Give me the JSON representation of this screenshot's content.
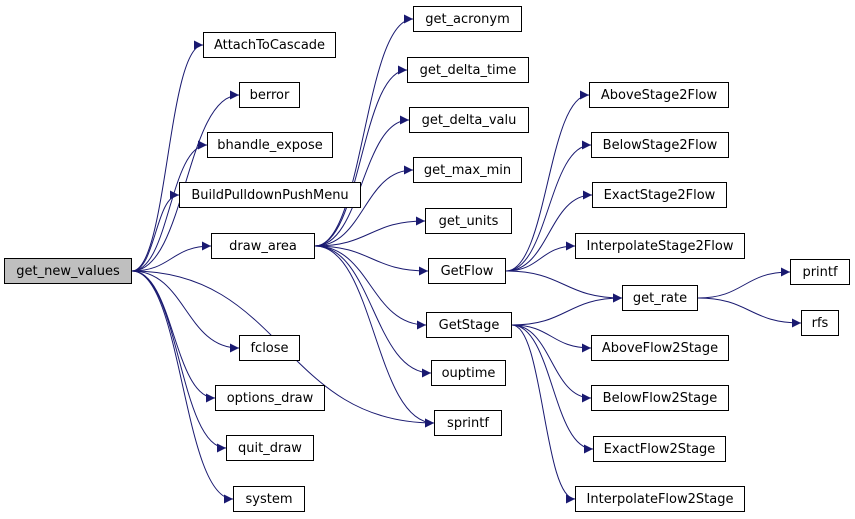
{
  "root": "get_new_values",
  "nodes": {
    "get_new_values": "get_new_values",
    "AttachToCascade": "AttachToCascade",
    "berror": "berror",
    "bhandle_expose": "bhandle_expose",
    "BuildPulldownPushMenu": "BuildPulldownPushMenu",
    "draw_area": "draw_area",
    "fclose": "fclose",
    "options_draw": "options_draw",
    "quit_draw": "quit_draw",
    "system": "system",
    "sprintf": "sprintf",
    "get_acronym": "get_acronym",
    "get_delta_time": "get_delta_time",
    "get_delta_valu": "get_delta_valu",
    "get_max_min": "get_max_min",
    "get_units": "get_units",
    "GetFlow": "GetFlow",
    "GetStage": "GetStage",
    "ouptime": "ouptime",
    "AboveStage2Flow": "AboveStage2Flow",
    "BelowStage2Flow": "BelowStage2Flow",
    "ExactStage2Flow": "ExactStage2Flow",
    "InterpolateStage2Flow": "InterpolateStage2Flow",
    "get_rate": "get_rate",
    "printf": "printf",
    "rfs": "rfs",
    "AboveFlow2Stage": "AboveFlow2Stage",
    "BelowFlow2Stage": "BelowFlow2Stage",
    "ExactFlow2Stage": "ExactFlow2Stage",
    "InterpolateFlow2Stage": "InterpolateFlow2Stage"
  },
  "edges": [
    [
      "get_new_values",
      "AttachToCascade"
    ],
    [
      "get_new_values",
      "berror"
    ],
    [
      "get_new_values",
      "bhandle_expose"
    ],
    [
      "get_new_values",
      "BuildPulldownPushMenu"
    ],
    [
      "get_new_values",
      "draw_area"
    ],
    [
      "get_new_values",
      "fclose"
    ],
    [
      "get_new_values",
      "options_draw"
    ],
    [
      "get_new_values",
      "quit_draw"
    ],
    [
      "get_new_values",
      "system"
    ],
    [
      "get_new_values",
      "sprintf"
    ],
    [
      "draw_area",
      "get_acronym"
    ],
    [
      "draw_area",
      "get_delta_time"
    ],
    [
      "draw_area",
      "get_delta_valu"
    ],
    [
      "draw_area",
      "get_max_min"
    ],
    [
      "draw_area",
      "get_units"
    ],
    [
      "draw_area",
      "GetFlow"
    ],
    [
      "draw_area",
      "GetStage"
    ],
    [
      "draw_area",
      "ouptime"
    ],
    [
      "draw_area",
      "sprintf"
    ],
    [
      "GetFlow",
      "AboveStage2Flow"
    ],
    [
      "GetFlow",
      "BelowStage2Flow"
    ],
    [
      "GetFlow",
      "ExactStage2Flow"
    ],
    [
      "GetFlow",
      "InterpolateStage2Flow"
    ],
    [
      "GetFlow",
      "get_rate"
    ],
    [
      "GetStage",
      "get_rate"
    ],
    [
      "GetStage",
      "AboveFlow2Stage"
    ],
    [
      "GetStage",
      "BelowFlow2Stage"
    ],
    [
      "GetStage",
      "ExactFlow2Stage"
    ],
    [
      "GetStage",
      "InterpolateFlow2Stage"
    ],
    [
      "get_rate",
      "printf"
    ],
    [
      "get_rate",
      "rfs"
    ]
  ],
  "colors": {
    "edge": "#191970",
    "node_border": "#000000",
    "root_fill": "#bfbfbf",
    "node_fill": "#ffffff"
  }
}
